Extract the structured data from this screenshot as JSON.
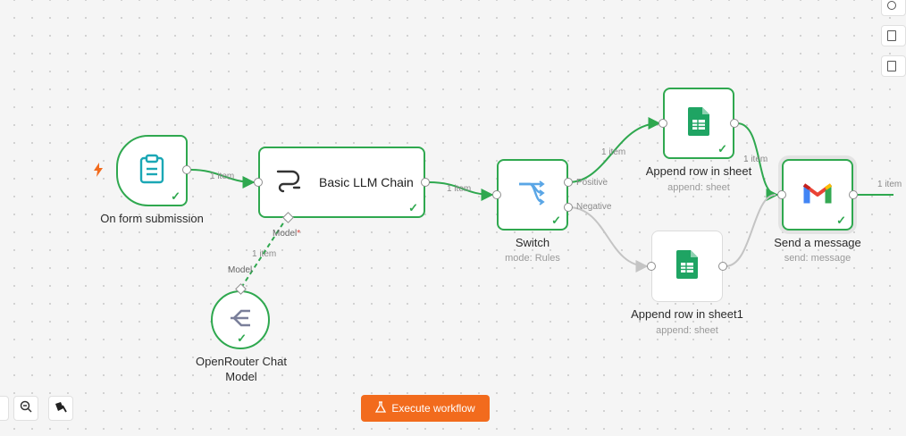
{
  "nodes": {
    "form_trigger": {
      "label": "On form submission"
    },
    "llm_chain": {
      "label": "Basic LLM Chain",
      "model_port": "Model"
    },
    "openrouter": {
      "label_line1": "OpenRouter Chat",
      "label_line2": "Model",
      "port": "Model"
    },
    "switch": {
      "label": "Switch",
      "sublabel": "mode: Rules",
      "output_positive": "Positive",
      "output_negative": "Negative"
    },
    "append_row": {
      "label": "Append row in sheet",
      "sublabel": "append: sheet"
    },
    "append_row1": {
      "label": "Append row in sheet1",
      "sublabel": "append: sheet"
    },
    "gmail": {
      "label": "Send a message",
      "sublabel": "send: message"
    }
  },
  "edges": {
    "trigger_to_llm": "1 item",
    "model_to_llm": "1 item",
    "llm_to_switch": "1 item",
    "switch_to_append": "1 item",
    "append_to_gmail": "1 item",
    "gmail_out": "1 item"
  },
  "toolbar": {
    "execute_label": "Execute workflow"
  },
  "colors": {
    "success": "#2fa84f",
    "accent": "#f26b1d",
    "inactive_edge": "#c4c4c4"
  }
}
